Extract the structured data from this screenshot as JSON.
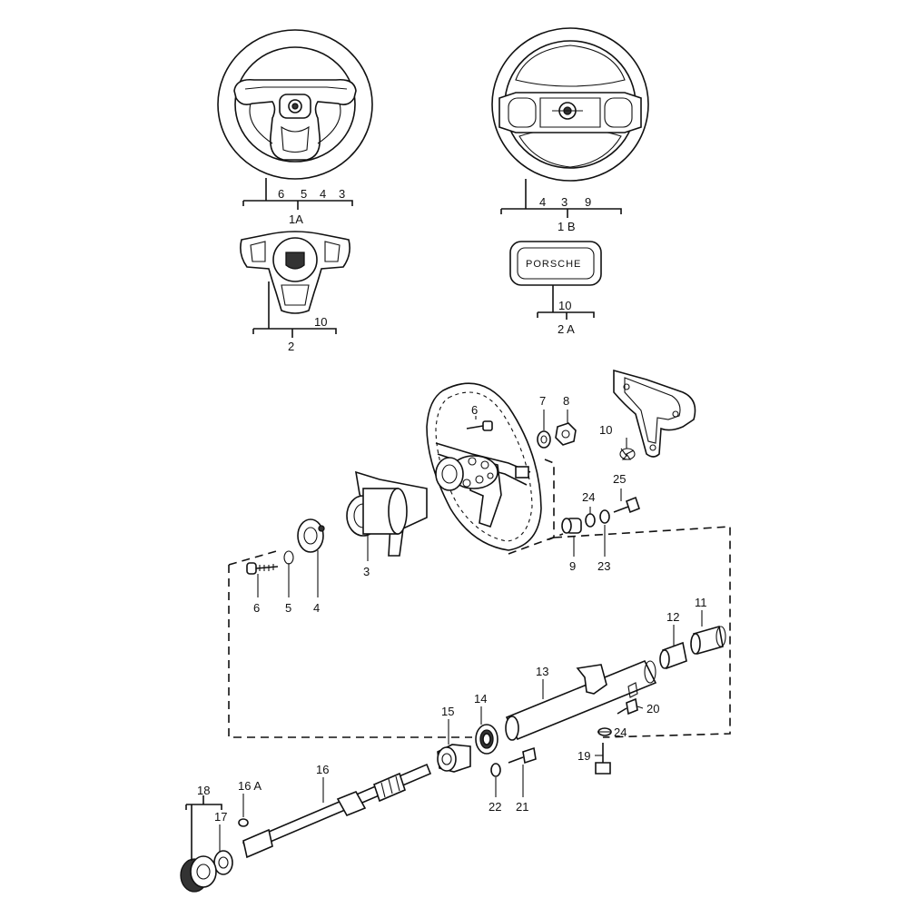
{
  "groups": {
    "g1a": {
      "label": "1A",
      "parts": [
        "6",
        "5",
        "4",
        "3"
      ]
    },
    "g1b": {
      "label": "1 B",
      "parts": [
        "4",
        "3",
        "9"
      ]
    },
    "g2": {
      "label": "2",
      "parts": [
        "10"
      ]
    },
    "g2a": {
      "label": "2 A",
      "parts": [
        "10"
      ]
    },
    "g18": {
      "label": "18"
    }
  },
  "horn_logo_text": "PORSCHE",
  "callouts": {
    "c3": "3",
    "c4": "4",
    "c5": "5",
    "c6_lower": "6",
    "c6_upper": "6",
    "c7": "7",
    "c8": "8",
    "c9": "9",
    "c10": "10",
    "c11": "11",
    "c12": "12",
    "c13": "13",
    "c14": "14",
    "c15": "15",
    "c16": "16",
    "c16a": "16 A",
    "c17": "17",
    "c19": "19",
    "c20": "20",
    "c21": "21",
    "c22": "22",
    "c23": "23",
    "c24_upper": "24",
    "c24_lower": "24",
    "c25": "25"
  }
}
